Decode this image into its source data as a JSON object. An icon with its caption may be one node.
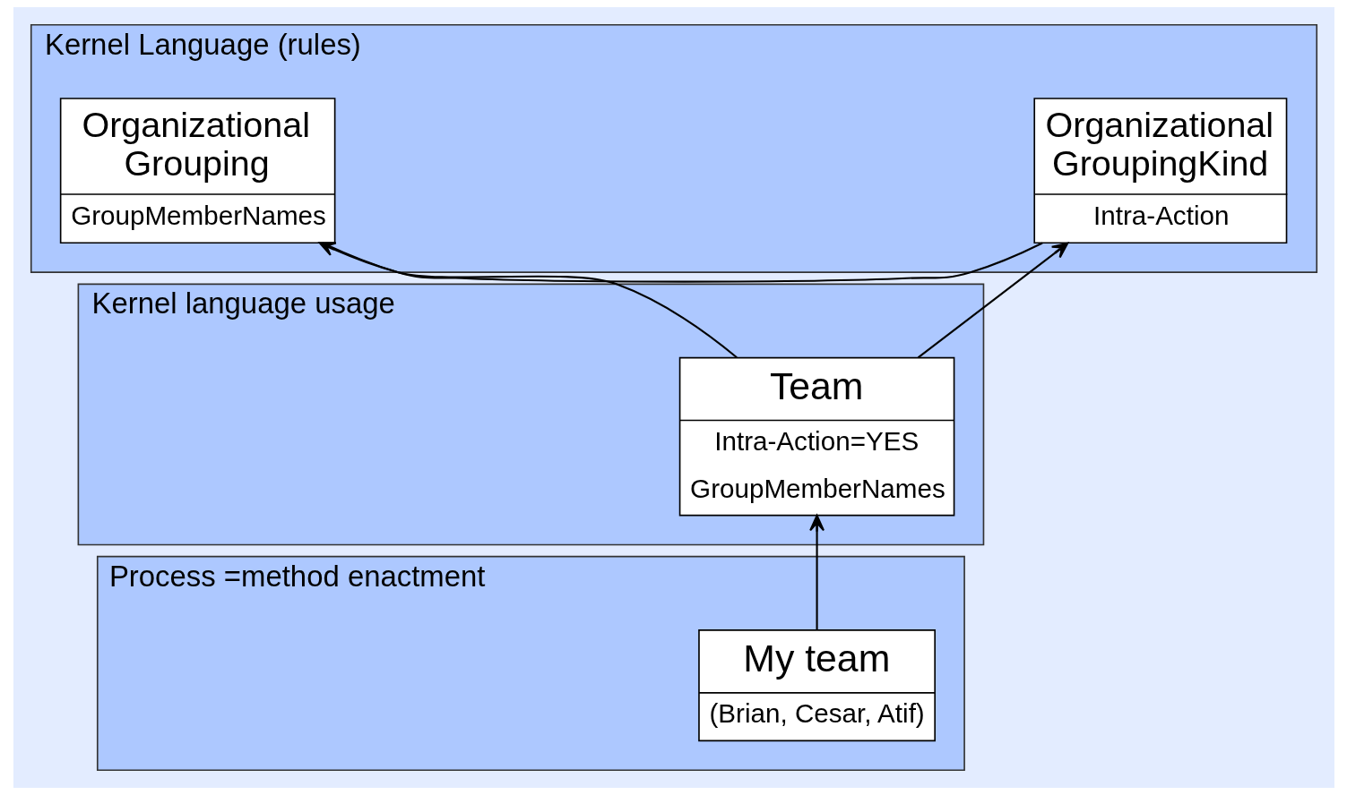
{
  "diagram": {
    "nodes": [
      {
        "text": [
          "Kernel Language (rules)"
        ]
      },
      {
        "text": [
          "Organizational GroupingKind",
          "Intra-Action"
        ],
        "in": 0
      },
      {
        "text": [
          "Organizational Grouping",
          "GroupMemberNames"
        ],
        "in": 0
      },
      {
        "text": [
          "Kernel language usage"
        ]
      },
      {
        "text": [
          "Team",
          "Intra-Action=YES",
          "GroupMemberNames"
        ],
        "in": 3
      },
      {
        "text": [
          "Process =method enactment"
        ]
      },
      {
        "text": [
          "My team",
          "(Brian, Cesar, Atif)"
        ],
        "in": 5
      }
    ],
    "edges": [
      {
        "from": 1,
        "to": 2,
        "arrow": "none"
      },
      {
        "from": 4,
        "to": 1,
        "arrow": "to"
      },
      {
        "from": 4,
        "to": 2,
        "arrow": "to"
      },
      {
        "from": 6,
        "to": 4,
        "arrow": "to"
      }
    ]
  }
}
